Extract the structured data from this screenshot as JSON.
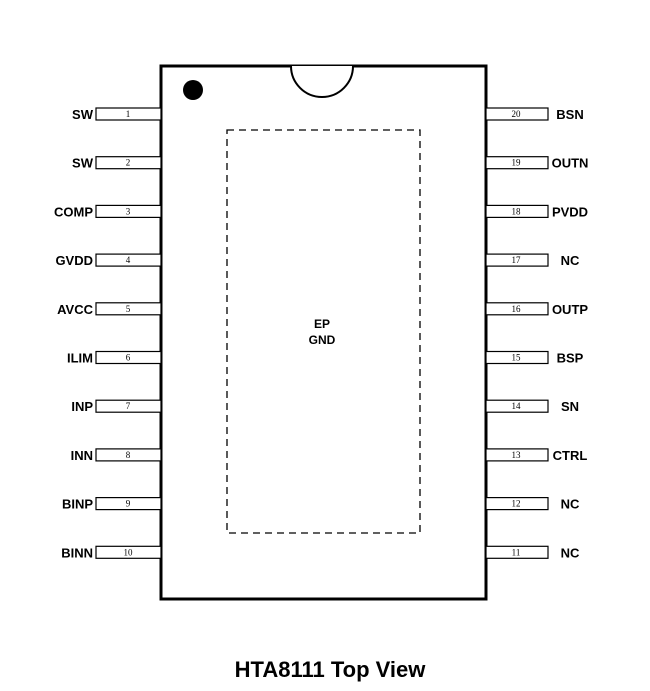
{
  "title": "HTA8111 Top View",
  "exposed_pad": {
    "line1": "EP",
    "line2": "GND"
  },
  "pins_left": [
    {
      "number": "1",
      "name": "SW"
    },
    {
      "number": "2",
      "name": "SW"
    },
    {
      "number": "3",
      "name": "COMP"
    },
    {
      "number": "4",
      "name": "GVDD"
    },
    {
      "number": "5",
      "name": "AVCC"
    },
    {
      "number": "6",
      "name": "ILIM"
    },
    {
      "number": "7",
      "name": "INP"
    },
    {
      "number": "8",
      "name": "INN"
    },
    {
      "number": "9",
      "name": "BINP"
    },
    {
      "number": "10",
      "name": "BINN"
    }
  ],
  "pins_right": [
    {
      "number": "20",
      "name": "BSN"
    },
    {
      "number": "19",
      "name": "OUTN"
    },
    {
      "number": "18",
      "name": "PVDD"
    },
    {
      "number": "17",
      "name": "NC"
    },
    {
      "number": "16",
      "name": "OUTP"
    },
    {
      "number": "15",
      "name": "BSP"
    },
    {
      "number": "14",
      "name": "SN"
    },
    {
      "number": "13",
      "name": "CTRL"
    },
    {
      "number": "12",
      "name": "NC"
    },
    {
      "number": "11",
      "name": "NC"
    }
  ]
}
